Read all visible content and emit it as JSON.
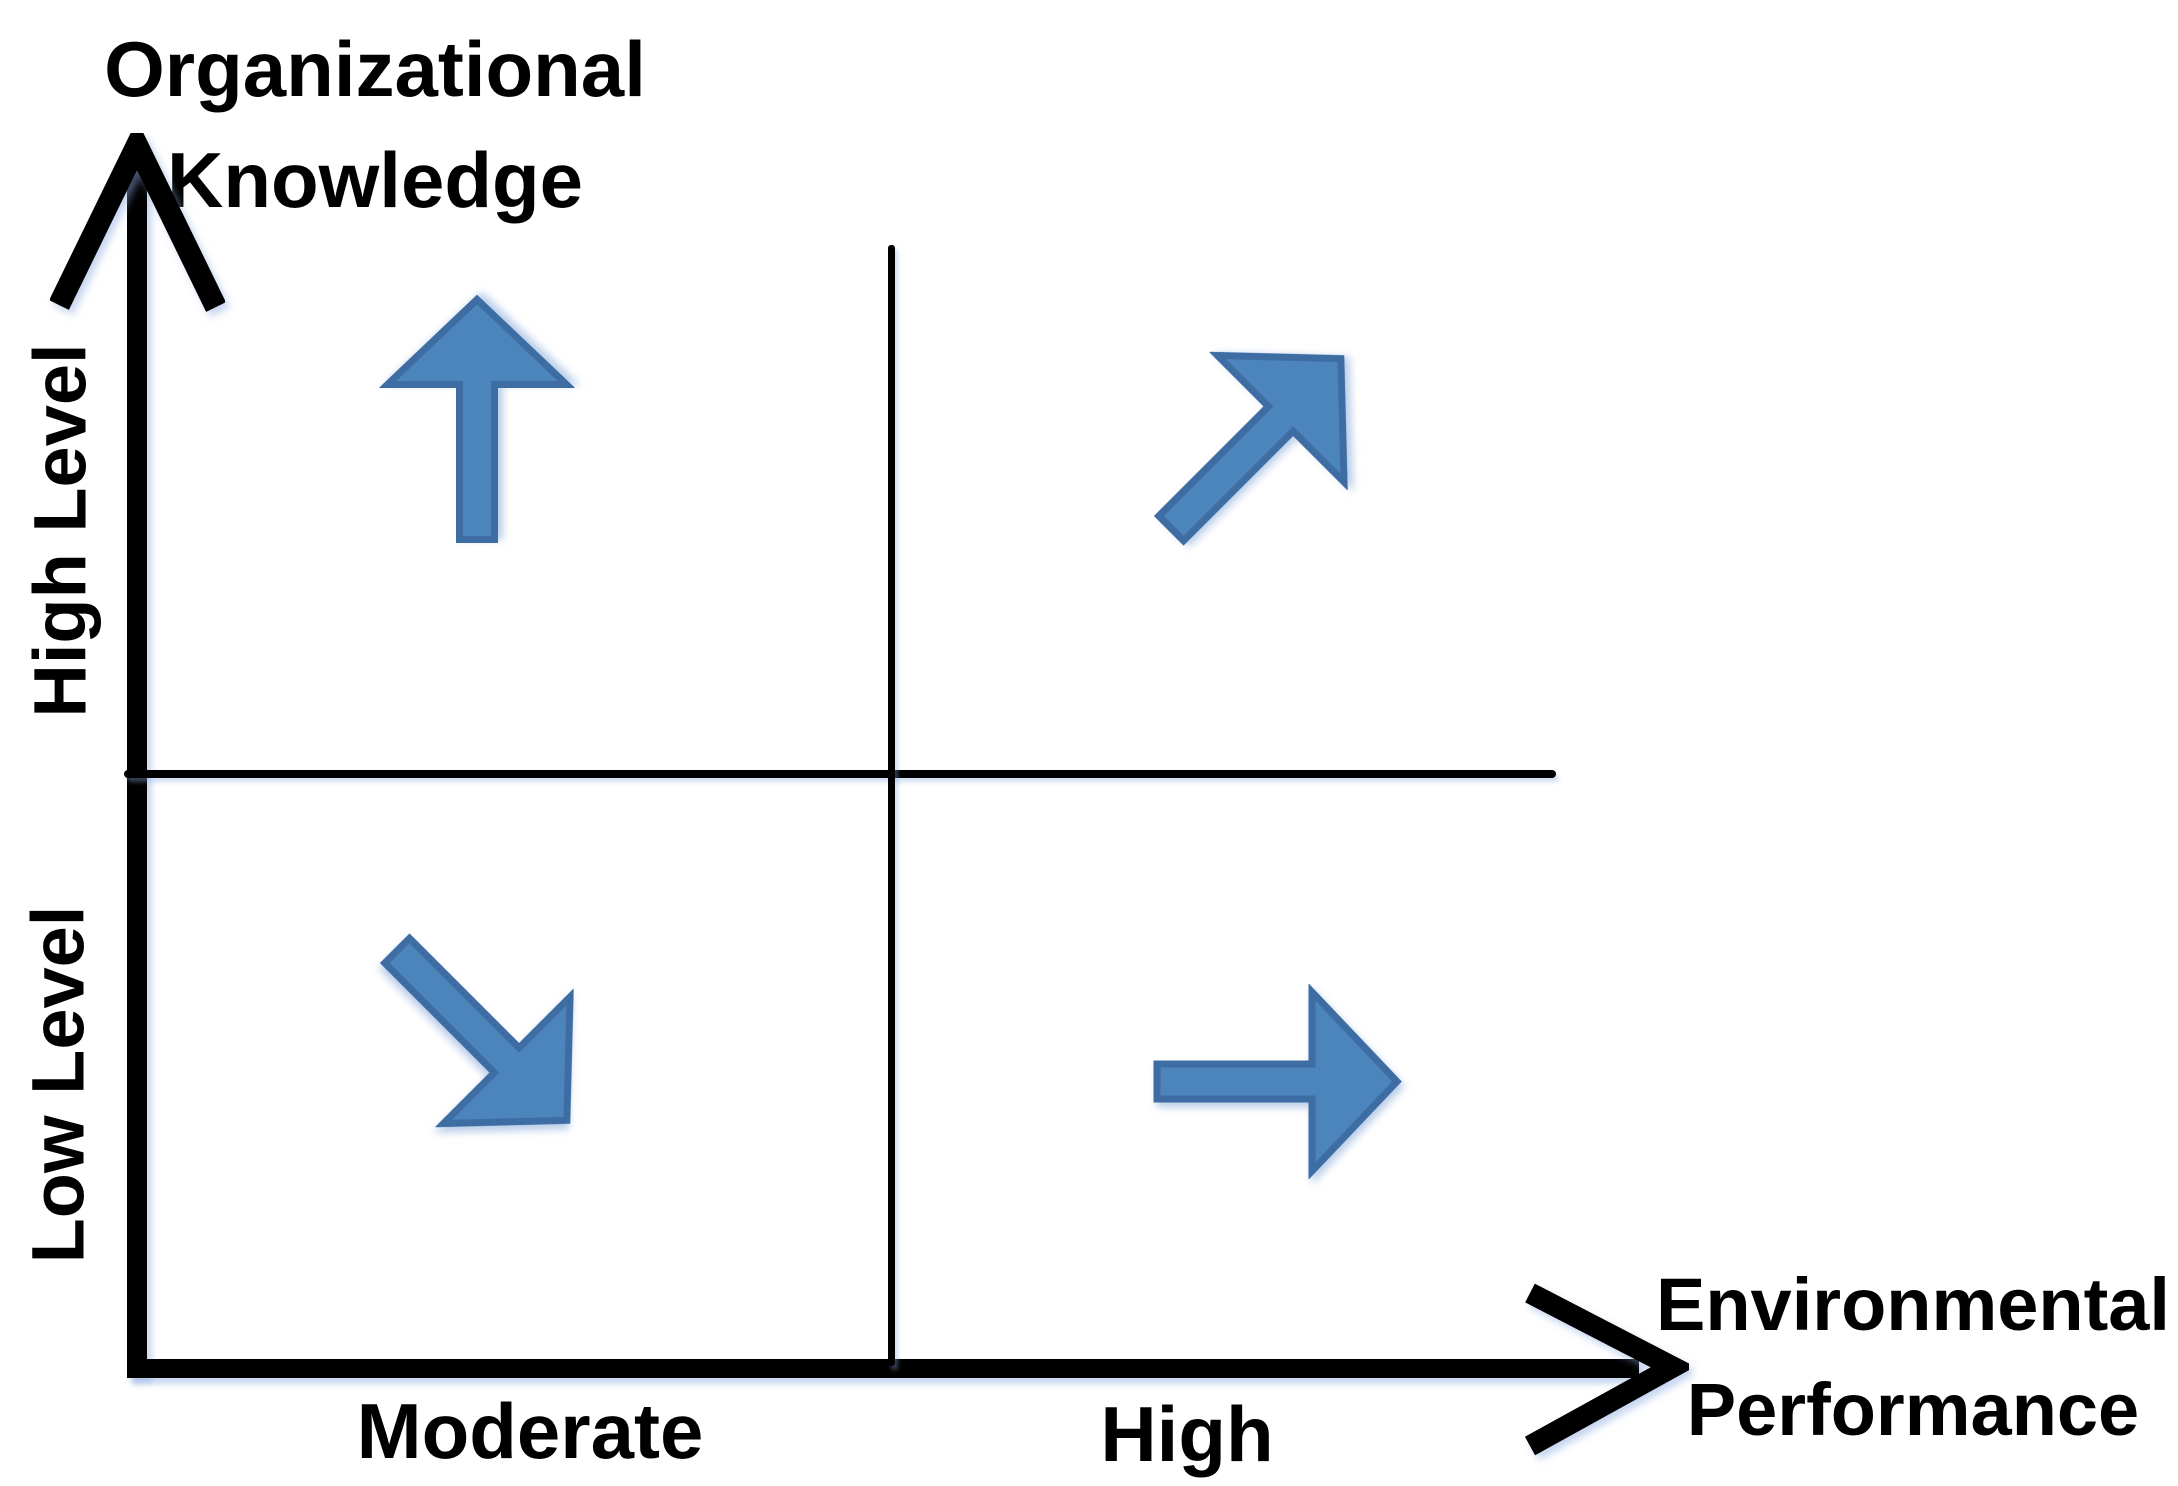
{
  "diagram": {
    "type": "quadrant-matrix",
    "title": {
      "line1": "Organizational",
      "line2": "Knowledge"
    },
    "y_axis": {
      "name": "Organizational Knowledge",
      "high_label": "High Level",
      "low_label": "Low Level"
    },
    "x_axis": {
      "name": "Environmental Performance",
      "title_line1": "Environmental",
      "title_line2": "Performance",
      "moderate_label": "Moderate",
      "high_label": "High"
    },
    "quadrants": [
      {
        "position": "top-left",
        "x_value": "Moderate",
        "y_value": "High Level",
        "arrow_direction": "up"
      },
      {
        "position": "top-right",
        "x_value": "High",
        "y_value": "High Level",
        "arrow_direction": "up-right"
      },
      {
        "position": "bottom-left",
        "x_value": "Moderate",
        "y_value": "Low Level",
        "arrow_direction": "down-right"
      },
      {
        "position": "bottom-right",
        "x_value": "High",
        "y_value": "Low Level",
        "arrow_direction": "right"
      }
    ],
    "colors": {
      "arrow_fill": "#4C84BC",
      "arrow_stroke": "#3D6DA2",
      "axis": "#000000",
      "background": "#FFFFFF"
    }
  }
}
